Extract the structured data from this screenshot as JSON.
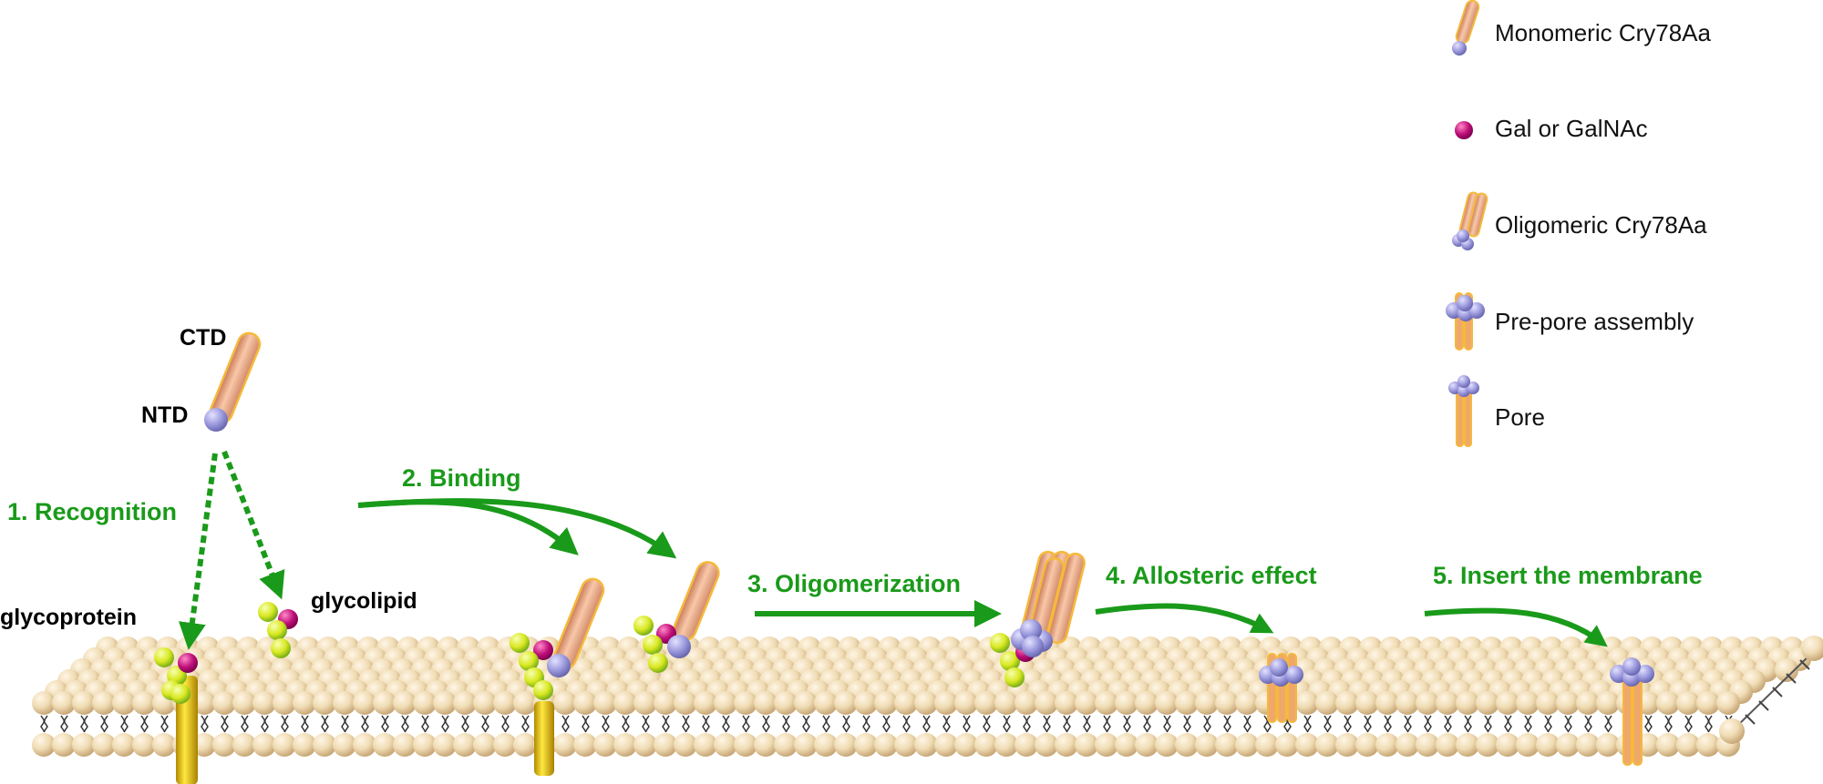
{
  "colors": {
    "step_green": "#1a9a1a",
    "lipid_head": "#f0dcb4",
    "lipid_head_shade": "#c8a878",
    "protein_body": "#e8a07c",
    "protein_outline": "#f5b93c",
    "ntd_purple": "#9a98dc",
    "sugar_magenta": "#c0107a",
    "sugar_yellow": "#d8e820",
    "glycoprotein_stem": "#d8b400"
  },
  "molecule_labels": {
    "ctd": "CTD",
    "ntd": "NTD",
    "glycoprotein": "glycoprotein",
    "glycolipid": "glycolipid"
  },
  "steps": [
    {
      "label": "1. Recognition"
    },
    {
      "label": "2. Binding"
    },
    {
      "label": "3. Oligomerization"
    },
    {
      "label": "4. Allosteric effect"
    },
    {
      "label": "5. Insert the membrane"
    }
  ],
  "legend": [
    {
      "icon": "monomeric-cry78aa-icon",
      "label": "Monomeric Cry78Aa"
    },
    {
      "icon": "gal-or-galnac-icon",
      "label": "Gal or GalNAc"
    },
    {
      "icon": "oligomeric-cry78aa-icon",
      "label": "Oligomeric Cry78Aa"
    },
    {
      "icon": "pre-pore-assembly-icon",
      "label": "Pre-pore assembly"
    },
    {
      "icon": "pore-icon",
      "label": "Pore"
    }
  ]
}
